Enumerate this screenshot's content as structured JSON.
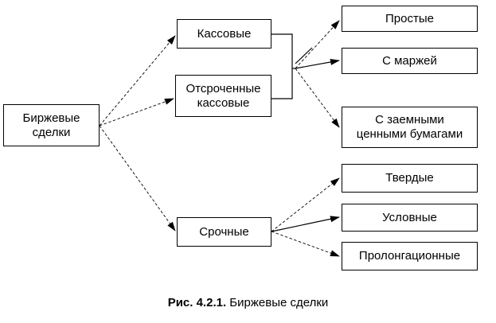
{
  "diagram": {
    "root": "Биржевые\nсделки",
    "cash": "Кассовые",
    "deferred_cash": "Отсроченные\nкассовые",
    "forward": "Срочные",
    "simple": "Простые",
    "margin": "С маржей",
    "borrowed": "С заемными\nценными бумагами",
    "firm": "Твердые",
    "conditional": "Условные",
    "prolongation": "Пролонгационные"
  },
  "caption": {
    "label": "Рис. 4.2.1.",
    "text": "Биржевые сделки"
  }
}
